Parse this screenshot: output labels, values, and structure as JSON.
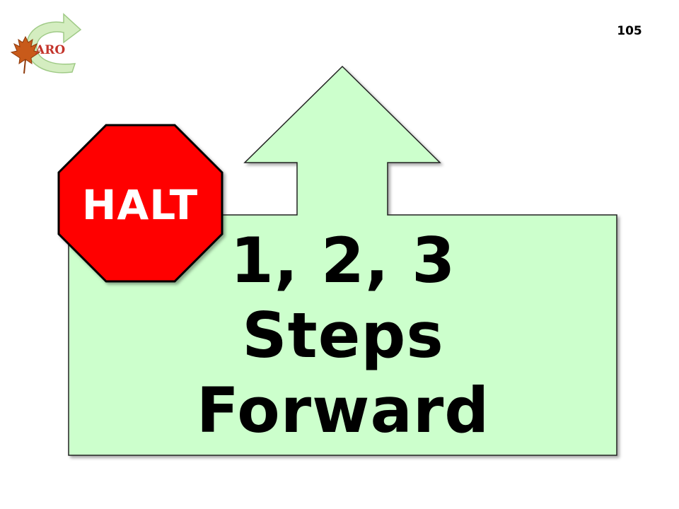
{
  "slide": {
    "page_number": "105",
    "logo": {
      "text": "ARO",
      "icon": "maple-leaf-icon",
      "arrow_icon": "curved-arrow-icon"
    },
    "halt_sign": {
      "label": "HALT"
    },
    "main": {
      "line1": "1, 2, 3",
      "line2": "Steps",
      "line3": "Forward"
    }
  },
  "colors": {
    "arrow_fill": "#ccffcc",
    "stop_sign_fill": "#ff0000",
    "logo_arrow": "#cfe8b6",
    "logo_text": "#c3342b",
    "leaf": "#c85a1a"
  }
}
